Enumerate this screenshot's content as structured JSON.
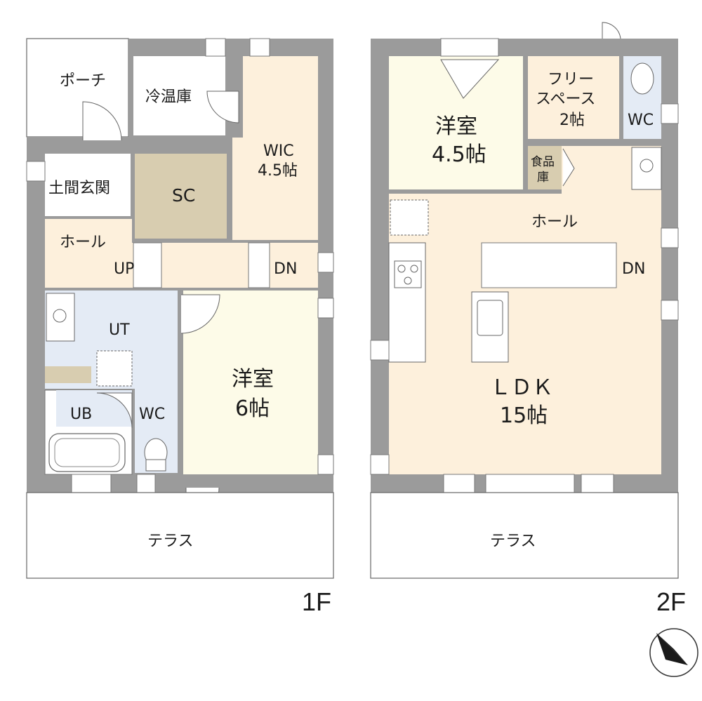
{
  "floor1": {
    "floor_label": "1F",
    "rooms": {
      "porch": "ポーチ",
      "cold_storage": "冷温庫",
      "entrance": "土間玄関",
      "sc": "SC",
      "wic_name": "WIC",
      "wic_size": "4.5帖",
      "hall": "ホール",
      "up": "UP",
      "dn": "DN",
      "ut": "UT",
      "ub": "UB",
      "wc": "WC",
      "bedroom_name": "洋室",
      "bedroom_size": "6帖",
      "terrace": "テラス"
    }
  },
  "floor2": {
    "floor_label": "2F",
    "rooms": {
      "bedroom_name": "洋室",
      "bedroom_size": "4.5帖",
      "free_line1": "フリー",
      "free_line2": "スペース",
      "free_size": "2帖",
      "wc": "WC",
      "pantry_line1": "食品",
      "pantry_line2": "庫",
      "hall": "ホール",
      "dn": "DN",
      "ldk_name": "ＬＤＫ",
      "ldk_size": "15帖",
      "terrace": "テラス"
    }
  },
  "colors": {
    "wall": "#9b9b9b",
    "wood_floor": "#fdf0dc",
    "bedroom_floor": "#fdfbe8",
    "wet_floor": "#e4ebf5",
    "sc_floor": "#d8cdb0",
    "pantry_floor": "#d8cdb0",
    "outline": "#555555"
  },
  "icons": {
    "compass": "compass-icon"
  }
}
